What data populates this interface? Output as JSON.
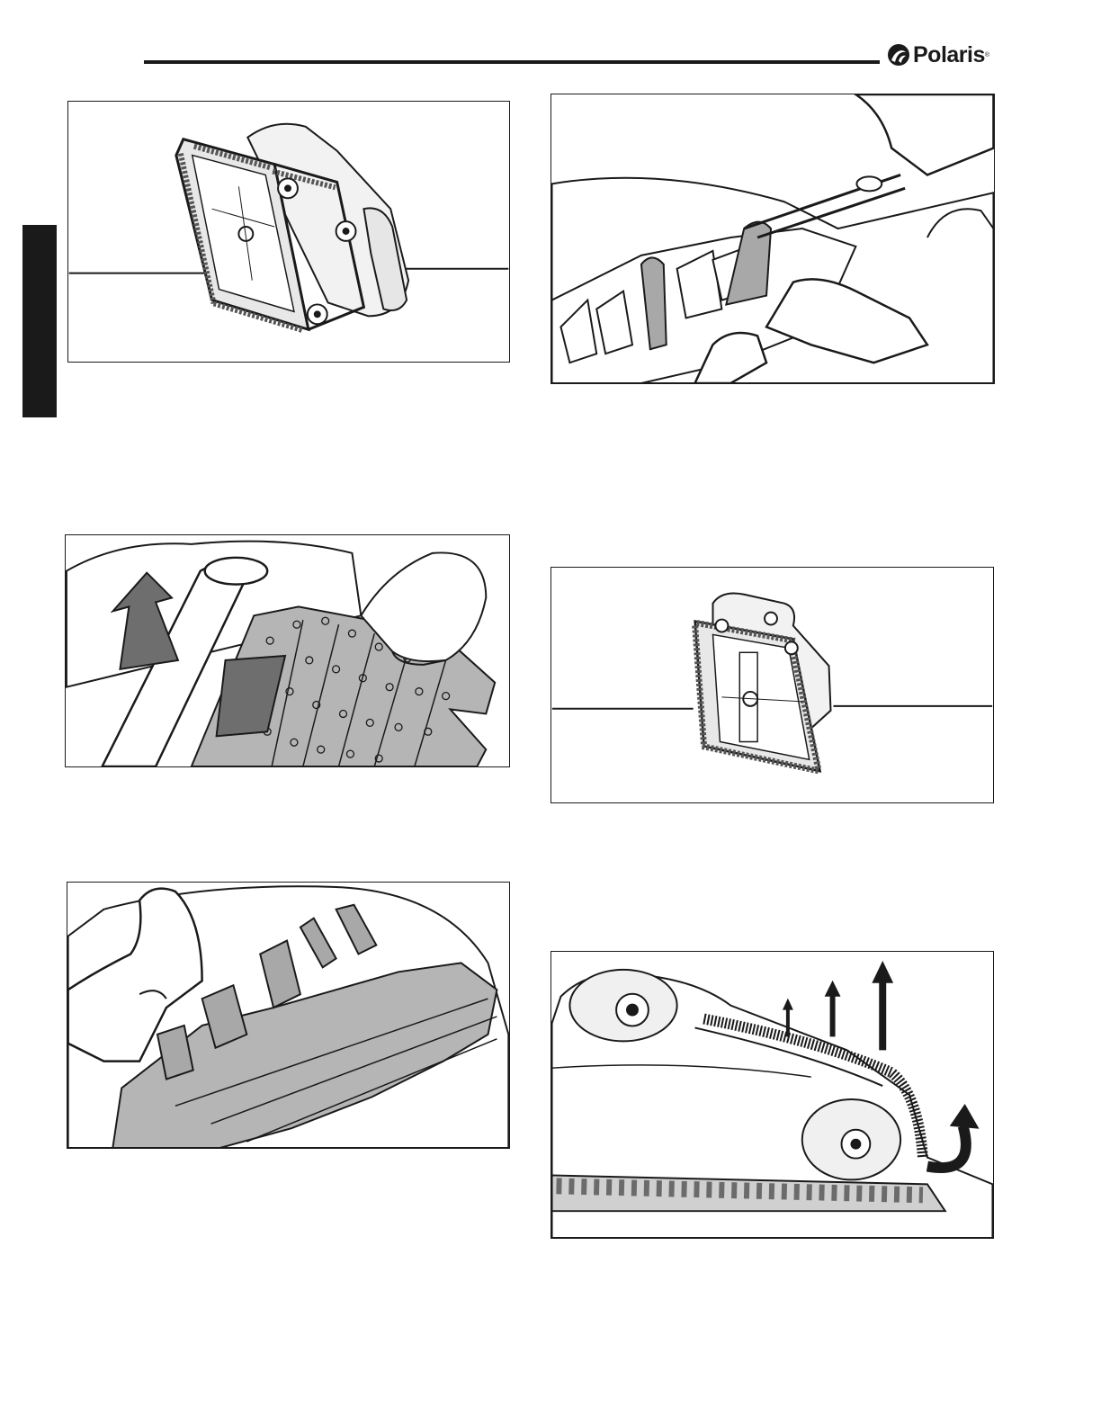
{
  "header": {
    "brand": "Polaris",
    "trademark": "®",
    "logo_icon": "polaris-swirl-logo"
  },
  "figures": [
    {
      "id": "fig1",
      "subject": "cleaner-with-tracks-side-view"
    },
    {
      "id": "fig2",
      "subject": "removing-track-arrow"
    },
    {
      "id": "fig3",
      "subject": "hands-pulling-fins"
    },
    {
      "id": "fig4",
      "subject": "scissors-cutting-fin"
    },
    {
      "id": "fig5",
      "subject": "cleaner-front-view"
    },
    {
      "id": "fig6",
      "subject": "track-lifting-arrows"
    }
  ],
  "colors": {
    "ink": "#1a1a1a",
    "shade": "#9a9a9a",
    "dark_shade": "#6e6e6e"
  }
}
